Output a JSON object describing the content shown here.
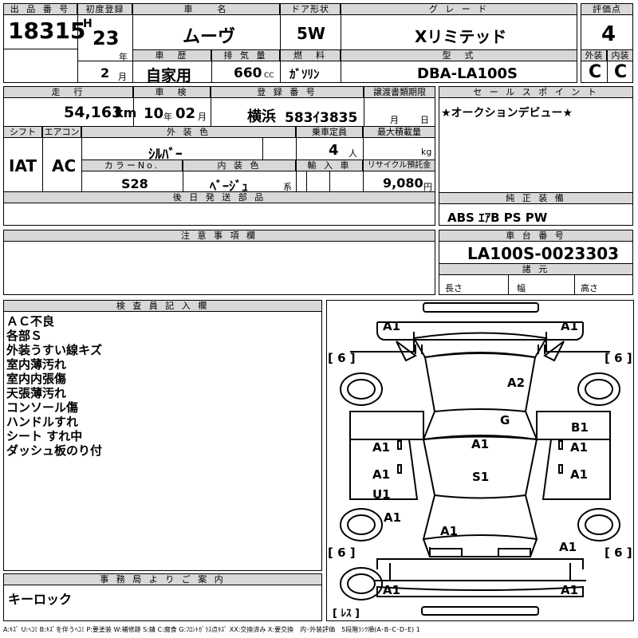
{
  "header": {
    "lot_label": "出 品 番 号",
    "lot": "18315",
    "first_reg_label": "初度登録",
    "era": "H",
    "year": "23",
    "year_unit": "年",
    "month": "2",
    "month_unit": "月",
    "car_name_label": "車　　名",
    "car_name": "ムーヴ",
    "door_label": "ドア形状",
    "door": "5W",
    "grade_label": "グ レ ー ド",
    "grade": "Xリミテッド",
    "score_label": "評価点",
    "score": "4",
    "history_label": "車　歴",
    "history": "自家用",
    "displacement_label": "排 気 量",
    "displacement": "660",
    "cc": "CC",
    "fuel_label": "燃　料",
    "fuel": "ｶﾞｿﾘﾝ",
    "model_label": "型　式",
    "model": "DBA-LA100S",
    "ext_label": "外装",
    "ext": "C",
    "int_label": "内装",
    "int": "C"
  },
  "row2": {
    "mileage_label": "走　行",
    "mileage": "54,163",
    "km": "km",
    "inspection_label": "車　検",
    "insp_year": "10",
    "insp_year_unit": "年",
    "insp_month": "02",
    "insp_month_unit": "月",
    "plate_label": "登 録 番 号",
    "plate_area": "横浜",
    "plate_number": "583ｲ3835",
    "transfer_label": "譲渡書類期限",
    "transfer_month": "月",
    "transfer_day": "日",
    "shift_label": "シフト",
    "shift": "IAT",
    "ac_label": "エアコン",
    "ac": "AC",
    "color_label": "外 装 色",
    "color": "ｼﾙﾊﾞｰ",
    "capacity_label": "乗車定員",
    "capacity": "4",
    "capacity_unit": "人",
    "load_label": "最大積載量",
    "load_unit": "kg",
    "color_no_label": "カラーNo.",
    "color_no": "S28",
    "interior_color_label": "内 装 色",
    "interior_color": "ﾍﾞｰｼﾞｭ",
    "interior_suffix": "系",
    "import_label": "輸 入 車",
    "recycle_label": "リサイクル預託金",
    "recycle": "9,080",
    "recycle_unit": "円",
    "later_parts_label": "後 日 発 送 部 品"
  },
  "sales": {
    "label": "セ ー ル ス ポ イ ン ト",
    "text": "★オークションデビュー★",
    "equipment_label": "純 正 装 備",
    "equipment": "ABS ｴｱB PS PW"
  },
  "notes": {
    "label": "注 意 事 項 欄"
  },
  "chassis": {
    "label": "車 台 番 号",
    "number": "LA100S-0023303",
    "dims_label": "諸 元",
    "length": "長さ",
    "width": "幅",
    "height": "高さ"
  },
  "inspector": {
    "label": "検 査 員 記 入 欄",
    "lines": [
      "ＡＣ不良",
      "各部Ｓ",
      "外装うすい線キズ",
      "室内薄汚れ",
      "室内内張傷",
      "天張薄汚れ",
      "コンソール傷",
      "ハンドルすれ",
      "シート すれ中",
      "ダッシュ板のり付"
    ]
  },
  "office": {
    "label": "事 務 局 よ り ご 案 内",
    "text": "キーロック"
  },
  "diagram": {
    "marks": [
      "A1",
      "A1",
      "A2",
      "G",
      "B1",
      "A1",
      "A1",
      "A1",
      "A1",
      "S1",
      "A1",
      "U1",
      "A1",
      "A1",
      "A1",
      "A1",
      "A1",
      "A1"
    ],
    "tire_left_top": "6",
    "tire_right_top": "6",
    "tire_left_bottom": "6",
    "tire_right_bottom": "6",
    "spare": "ﾚｽ"
  },
  "legend": "A:ｷｽﾞ U:ﾍｺﾐ B:ｷｽﾞを伴うﾍｺﾐ P:要塗装 W:補修跡 S:錆 C:腐食 G:ﾌﾛﾝﾄｶﾞﾗｽ点ｷｽﾞ XX:交換済み X:要交換　内･外装評価　5段階ﾗﾝｸ順(A･B･C･D･E) 1"
}
